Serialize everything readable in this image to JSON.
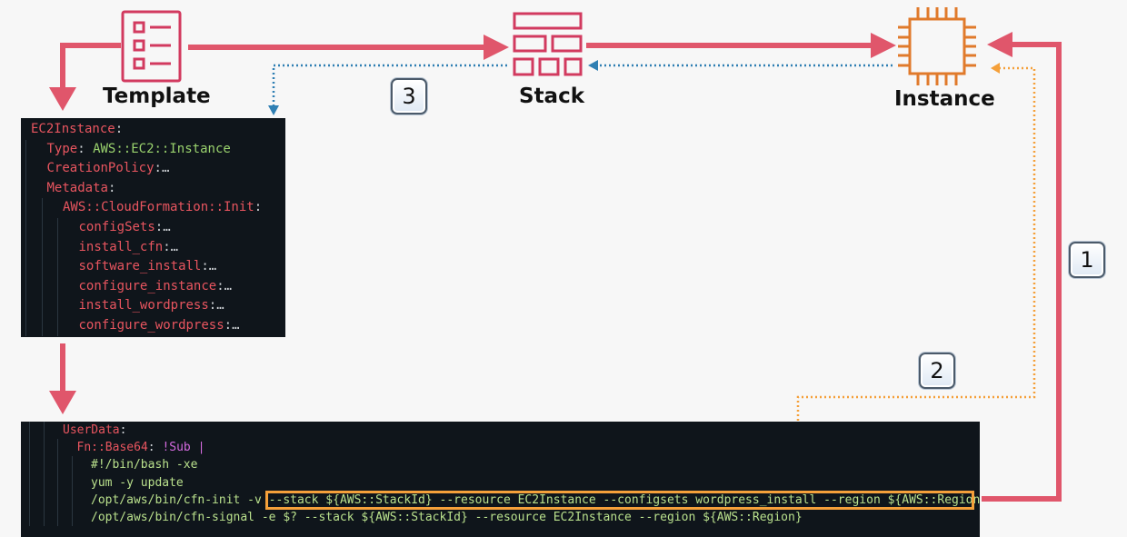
{
  "nodes": {
    "template": "Template",
    "stack": "Stack",
    "instance": "Instance"
  },
  "steps": [
    "1",
    "2",
    "3"
  ],
  "colors": {
    "pink_arrow": "#e0566b",
    "stack_icon": "#d23a5f",
    "instance_icon": "#e07a2b",
    "blue_dotted": "#2f7fb3",
    "orange_dotted": "#f5a03a",
    "highlight": "#f5a03a"
  },
  "template_code": [
    {
      "indent": 0,
      "tokens": [
        {
          "t": "EC2Instance",
          "c": "key"
        },
        {
          "t": ":",
          "c": "punc"
        }
      ]
    },
    {
      "indent": 1,
      "tokens": [
        {
          "t": "Type",
          "c": "key"
        },
        {
          "t": ": ",
          "c": "punc"
        },
        {
          "t": "AWS::EC2::Instance",
          "c": "str"
        }
      ]
    },
    {
      "indent": 1,
      "tokens": [
        {
          "t": "CreationPolicy",
          "c": "key"
        },
        {
          "t": ":…",
          "c": "punc"
        }
      ]
    },
    {
      "indent": 1,
      "tokens": [
        {
          "t": "Metadata",
          "c": "key"
        },
        {
          "t": ":",
          "c": "punc"
        }
      ]
    },
    {
      "indent": 2,
      "tokens": [
        {
          "t": "AWS::CloudFormation::Init",
          "c": "key"
        },
        {
          "t": ":",
          "c": "punc"
        }
      ]
    },
    {
      "indent": 3,
      "tokens": [
        {
          "t": "configSets",
          "c": "key"
        },
        {
          "t": ":…",
          "c": "punc"
        }
      ]
    },
    {
      "indent": 3,
      "tokens": [
        {
          "t": "install_cfn",
          "c": "key"
        },
        {
          "t": ":…",
          "c": "punc"
        }
      ]
    },
    {
      "indent": 3,
      "tokens": [
        {
          "t": "software_install",
          "c": "key"
        },
        {
          "t": ":…",
          "c": "punc"
        }
      ]
    },
    {
      "indent": 3,
      "tokens": [
        {
          "t": "configure_instance",
          "c": "key"
        },
        {
          "t": ":…",
          "c": "punc"
        }
      ]
    },
    {
      "indent": 3,
      "tokens": [
        {
          "t": "install_wordpress",
          "c": "key"
        },
        {
          "t": ":…",
          "c": "punc"
        }
      ]
    },
    {
      "indent": 3,
      "tokens": [
        {
          "t": "configure_wordpress",
          "c": "key"
        },
        {
          "t": ":…",
          "c": "punc"
        }
      ]
    }
  ],
  "userdata_code": [
    {
      "indent": 2,
      "tokens": [
        {
          "t": "UserData",
          "c": "key"
        },
        {
          "t": ":",
          "c": "punc"
        }
      ]
    },
    {
      "indent": 3,
      "tokens": [
        {
          "t": "Fn::Base64",
          "c": "key"
        },
        {
          "t": ": ",
          "c": "punc"
        },
        {
          "t": "!Sub |",
          "c": "fn"
        }
      ]
    },
    {
      "indent": 4,
      "tokens": [
        {
          "t": "#!/bin/bash -xe",
          "c": "plain"
        }
      ]
    },
    {
      "indent": 4,
      "tokens": [
        {
          "t": "yum -y update",
          "c": "plain"
        }
      ]
    },
    {
      "indent": 4,
      "tokens": [
        {
          "t": "/opt/aws/bin/cfn-init -v ",
          "c": "plain"
        },
        {
          "t": "--stack ${AWS::StackId} --resource EC2Instance --configsets wordpress_install --region ${AWS::Region}",
          "c": "plain",
          "hl": true
        }
      ]
    },
    {
      "indent": 4,
      "tokens": [
        {
          "t": "/opt/aws/bin/cfn-signal -e $? --stack ${AWS::StackId} --resource EC2Instance --region ${AWS::Region}",
          "c": "plain"
        }
      ]
    }
  ]
}
